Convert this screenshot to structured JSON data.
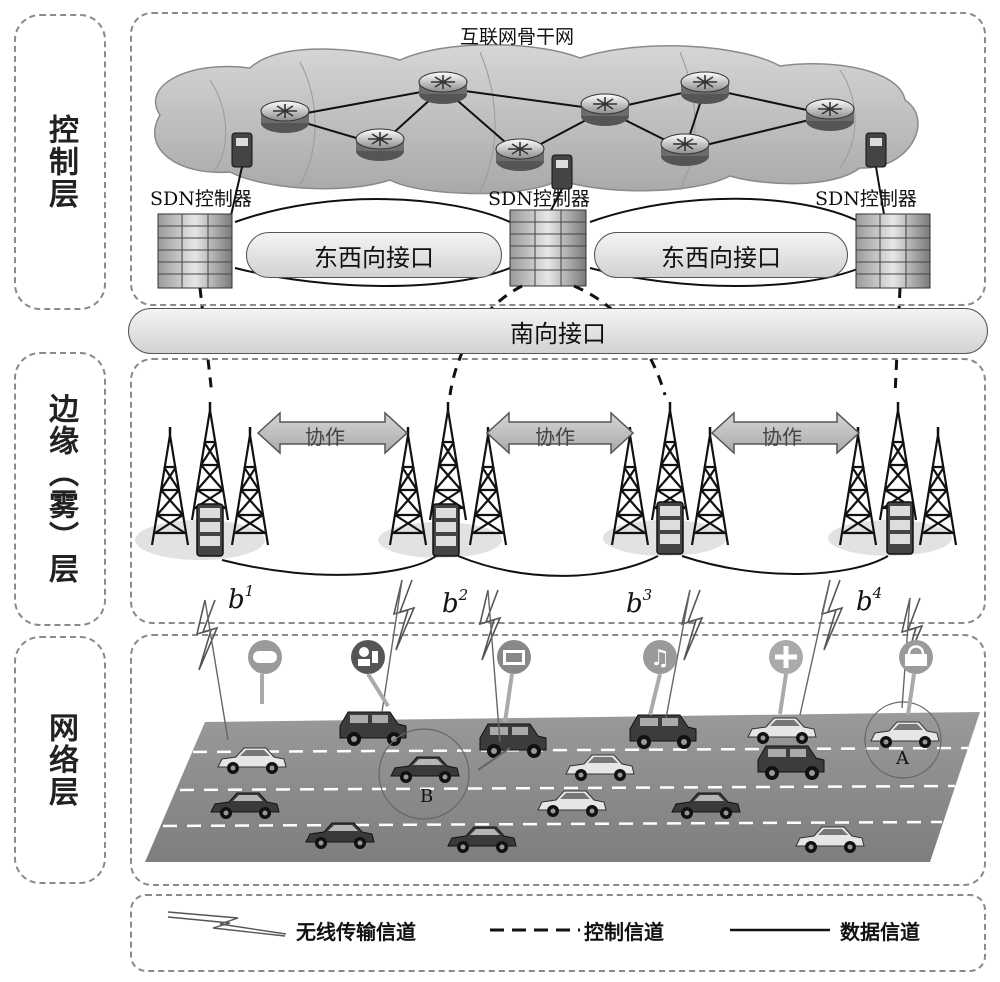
{
  "layers": {
    "control": "控制层",
    "edge": "边缘（雾）层",
    "network": "网络层"
  },
  "backbone": {
    "title": "互联网骨干网"
  },
  "controllers": [
    {
      "label": "SDN控制器"
    },
    {
      "label": "SDN控制器"
    },
    {
      "label": "SDN控制器"
    }
  ],
  "interfaces": {
    "east_west_1": "东西向接口",
    "east_west_2": "东西向接口",
    "south": "南向接口"
  },
  "cooperation": [
    "协作",
    "协作",
    "协作"
  ],
  "base_stations": [
    {
      "base": "b",
      "sup": "1"
    },
    {
      "base": "b",
      "sup": "2"
    },
    {
      "base": "b",
      "sup": "3"
    },
    {
      "base": "b",
      "sup": "4"
    }
  ],
  "vehicle_markers": {
    "a": "A",
    "b": "B"
  },
  "service_icons": [
    "gamepad-icon",
    "user-service-icon",
    "video-icon",
    "music-icon",
    "medical-plus-icon",
    "shopping-basket-icon"
  ],
  "legend": {
    "wireless": "无线传输信道",
    "control": "控制信道",
    "data": "数据信道"
  }
}
